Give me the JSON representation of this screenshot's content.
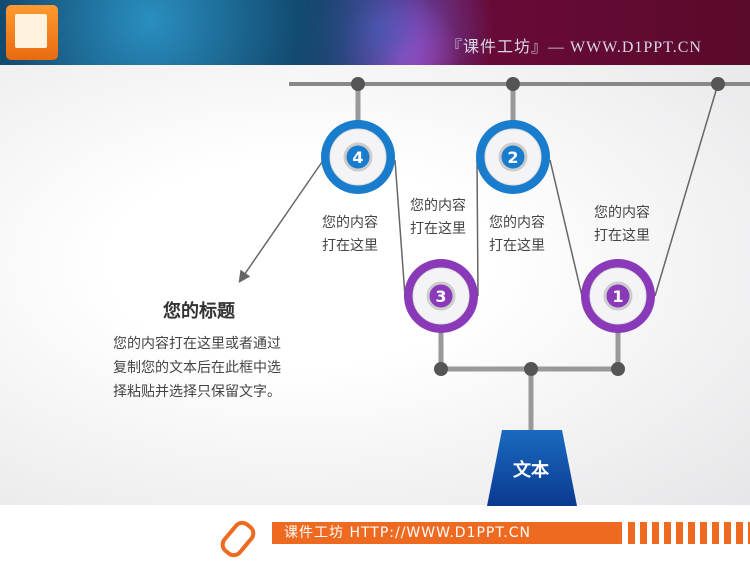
{
  "header": {
    "title": "『课件工坊』— WWW.D1PPT.CN",
    "logo_icon": "presentation-icon"
  },
  "diagram": {
    "pulleys": [
      {
        "num": "4",
        "color": "#1a7ccc"
      },
      {
        "num": "2",
        "color": "#1a7ccc"
      },
      {
        "num": "3",
        "color": "#8a3ab8"
      },
      {
        "num": "1",
        "color": "#8a3ab8"
      }
    ],
    "labels": [
      {
        "line1": "您的内容",
        "line2": "打在这里"
      },
      {
        "line1": "您的内容",
        "line2": "打在这里"
      },
      {
        "line1": "您的内容",
        "line2": "打在这里"
      },
      {
        "line1": "您的内容",
        "line2": "打在这里"
      }
    ],
    "weight_label": "文本"
  },
  "main": {
    "title": "您的标题",
    "para": [
      "您的内容打在这里或者通过",
      "复制您的文本后在此框中选",
      "择粘贴并选择只保留文字。"
    ]
  },
  "footer": {
    "text": "课件工坊 HTTP://WWW.D1PPT.CN",
    "icon": "pencil-icon"
  }
}
